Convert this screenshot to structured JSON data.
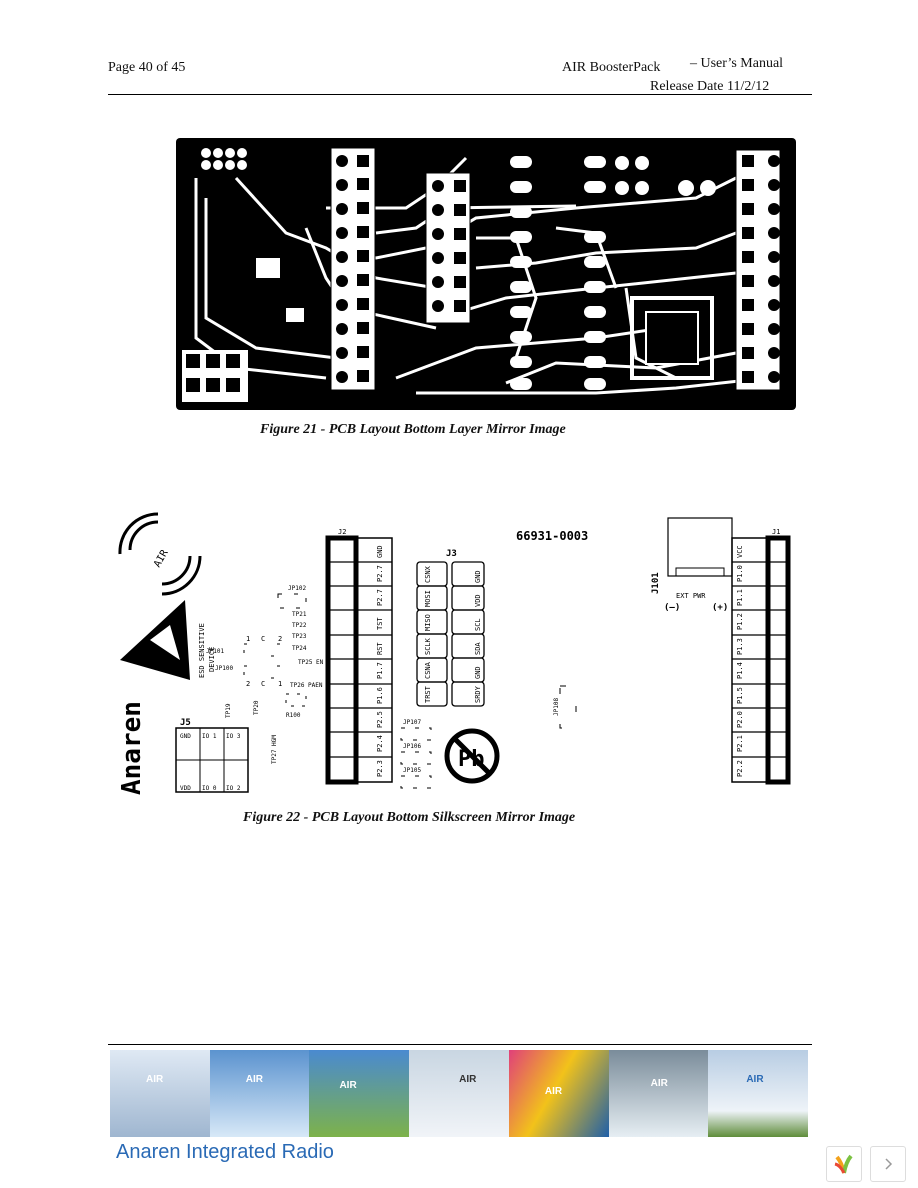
{
  "header": {
    "page": "Page 40 of 45",
    "product": "AIR BoosterPack",
    "manual": "– User’s Manual",
    "release": "Release Date 11/2/12"
  },
  "figure21": {
    "caption": "Figure 21 - PCB Layout Bottom Layer Mirror Image"
  },
  "figure22": {
    "caption": "Figure 22 - PCB Layout Bottom Silkscreen Mirror Image",
    "part_number": "66931-0003",
    "brand": "Anaren",
    "air_logo": "AIR",
    "esd_text_1": "ESD SENSITIVE",
    "esd_text_2": "DEVICE",
    "j2": {
      "ref": "J2",
      "pins": [
        "GND",
        "P2.7",
        "P2.7",
        "TST",
        "RST",
        "P1.7",
        "P1.6",
        "P2.5",
        "P2.4",
        "P2.3"
      ]
    },
    "j3": {
      "ref": "J3",
      "left": [
        "CSNX",
        "MOSI",
        "MISO",
        "SCLK",
        "CSNA",
        "TRST"
      ],
      "right": [
        "GND",
        "VDD",
        "SCL",
        "SDA",
        "GND",
        "SRDY"
      ]
    },
    "j1": {
      "ref": "J1",
      "pins": [
        "VCC",
        "P1.0",
        "P1.1",
        "P1.2",
        "P1.3",
        "P1.4",
        "P1.5",
        "P2.0",
        "P2.1",
        "P2.2"
      ]
    },
    "j5": {
      "ref": "J5",
      "cells": [
        "GND",
        "IO 1",
        "IO 3",
        "VDD",
        "IO 0",
        "IO 2"
      ]
    },
    "j101": {
      "ref": "J101",
      "label": "EXT PWR",
      "minus": "(–)",
      "plus": "(+)"
    },
    "labels": {
      "jp102": "JP102",
      "jp101": "JP101",
      "jp100": "JP100",
      "tp21": "TP21",
      "tp22": "TP22",
      "tp23": "TP23",
      "tp24": "TP24",
      "tp25": "TP25 EN",
      "tp26": "TP26 PAEN",
      "tp19": "TP19",
      "tp20": "TP20",
      "tp27": "TP27 HGM",
      "r100": "R100",
      "jp107": "JP107",
      "jp106": "JP106",
      "jp105": "JP105",
      "jp108": "JP108",
      "c1": "1",
      "c": "C",
      "c2": "2",
      "d2": "2",
      "d1": "1",
      "pb": "Pb"
    }
  },
  "footer": {
    "brand_text": "Anaren Integrated Radio",
    "logo_label": "AIR",
    "next_icon": "chevron-right-icon",
    "app_icon": "app-logo-icon"
  },
  "colors": {
    "accent_blue": "#2a6ab5",
    "pcb_black": "#000000"
  }
}
